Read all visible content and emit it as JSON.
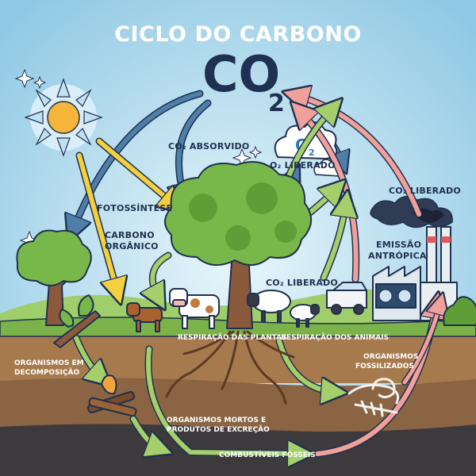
{
  "title": "CICLO DO CARBONO",
  "co2": {
    "main": "CO",
    "sub": "2"
  },
  "o2": {
    "main": "O",
    "sub": "2"
  },
  "labels": {
    "co2_absorvido": "CO₂ ABSORVIDO",
    "o2_liberado": "O₂ LIBERADO",
    "co2_liberado_top": "CO₂ LIBERADO",
    "fotossintese": "FOTOSSÍNTESE",
    "carbono_organico_1": "CARBONO",
    "carbono_organico_2": "ORGÂNICO",
    "co2_liberado_mid": "CO₂ LIBERADO",
    "emissao_1": "EMISSÃO",
    "emissao_2": "ANTRÓPICA",
    "respiracao_plantas": "RESPIRAÇÃO DAS PLANTAS",
    "respiracao_animais": "RESPIRAÇÃO DOS ANIMAIS",
    "decomposicao_1": "ORGANISMOS EM",
    "decomposicao_2": "DECOMPOSIÇÃO",
    "fossilizados_1": "ORGANISMOS",
    "fossilizados_2": "FOSSILIZADOS",
    "mortos_1": "ORGANISMOS MORTOS E",
    "mortos_2": "PRODUTOS DE EXCREÇÃO",
    "combustiveis": "COMBUSTÍVEIS FÓSSEIS"
  },
  "colors": {
    "sky": "#cfe9f5",
    "ground_top": "#a77a4e",
    "ground_mid": "#7e5a3b",
    "ground_deep": "#3d3a3e",
    "grass": "#7cb24a",
    "arrow_blue": "#4f7fa8",
    "arrow_yellow": "#f4d03f",
    "arrow_green": "#a4cf6b",
    "arrow_pink": "#f2a09a",
    "sun": "#f6b53a"
  }
}
